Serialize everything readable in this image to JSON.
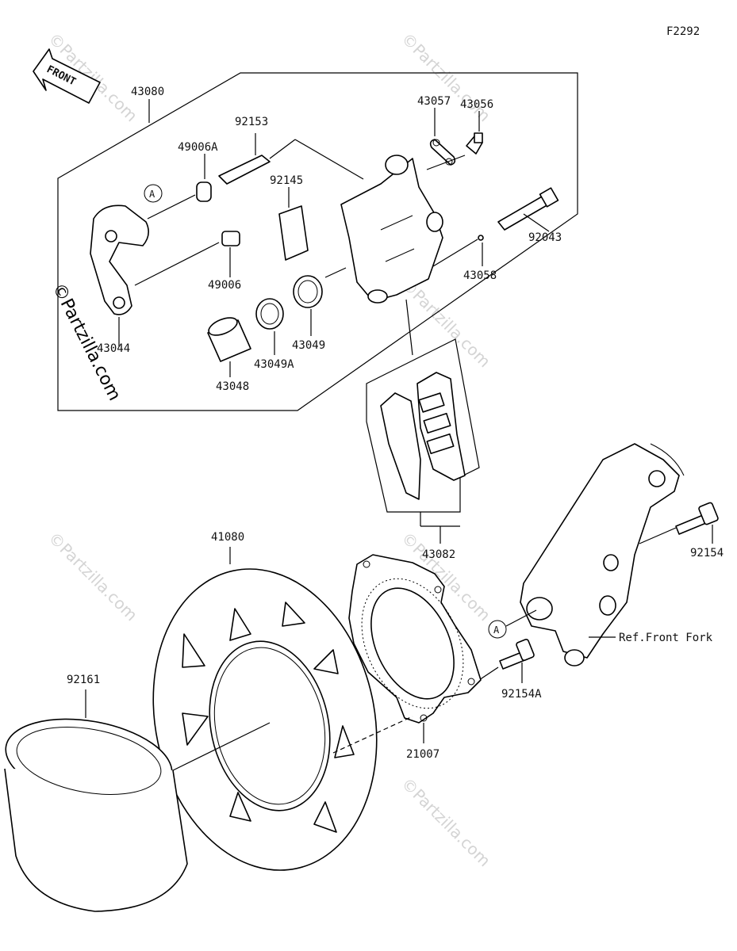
{
  "diagram_code": "F2292",
  "front_label": "FRONT",
  "circle_ref": "A",
  "labels": {
    "p43080": "43080",
    "p92153": "92153",
    "p49006A": "49006A",
    "p92145": "92145",
    "p43057": "43057",
    "p43056": "43056",
    "p92043": "92043",
    "p43058": "43058",
    "p49006": "49006",
    "p43044": "43044",
    "p43049": "43049",
    "p43049A": "43049A",
    "p43048": "43048",
    "p43082": "43082",
    "p41080": "41080",
    "p92154": "92154",
    "p92154A": "92154A",
    "p92161": "92161",
    "p21007": "21007",
    "ref_fork": "Ref.Front Fork"
  },
  "watermark": "©Partzilla.com",
  "watermark_dark": "©Partzilla.com"
}
